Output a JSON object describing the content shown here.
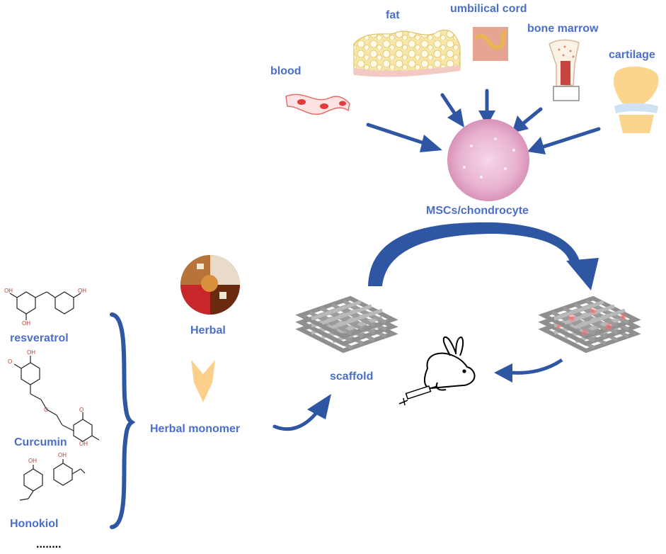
{
  "sources": {
    "fat": "fat",
    "umbilical_cord": "umbilical cord",
    "bone_marrow": "bone marrow",
    "blood": "blood",
    "cartilage": "cartilage"
  },
  "cells_label": "MSCs/chondrocyte",
  "scaffold_label": "scaffold",
  "herbal": {
    "herbal_label": "Herbal",
    "monomer_label": "Herbal monomer"
  },
  "compounds": {
    "resveratrol": "resveratrol",
    "curcumin": "Curcumin",
    "honokiol": "Honokiol",
    "more": "........",
    "atom_oh": "OH",
    "atom_o": "O"
  },
  "colors": {
    "label_blue": "#4a6fc9",
    "arrow_blue": "#2f56a3",
    "herbal_arrow": "#fcd08a",
    "cell_pink": "#e7a8c8"
  },
  "icons": [
    "fat-tissue-icon",
    "umbilical-cord-icon",
    "bone-marrow-icon",
    "blood-vessel-icon",
    "cartilage-joint-icon",
    "cell-culture-icon",
    "herbal-photo-icon",
    "scaffold-icon",
    "seeded-scaffold-icon",
    "rabbit-icon",
    "syringe-icon"
  ]
}
